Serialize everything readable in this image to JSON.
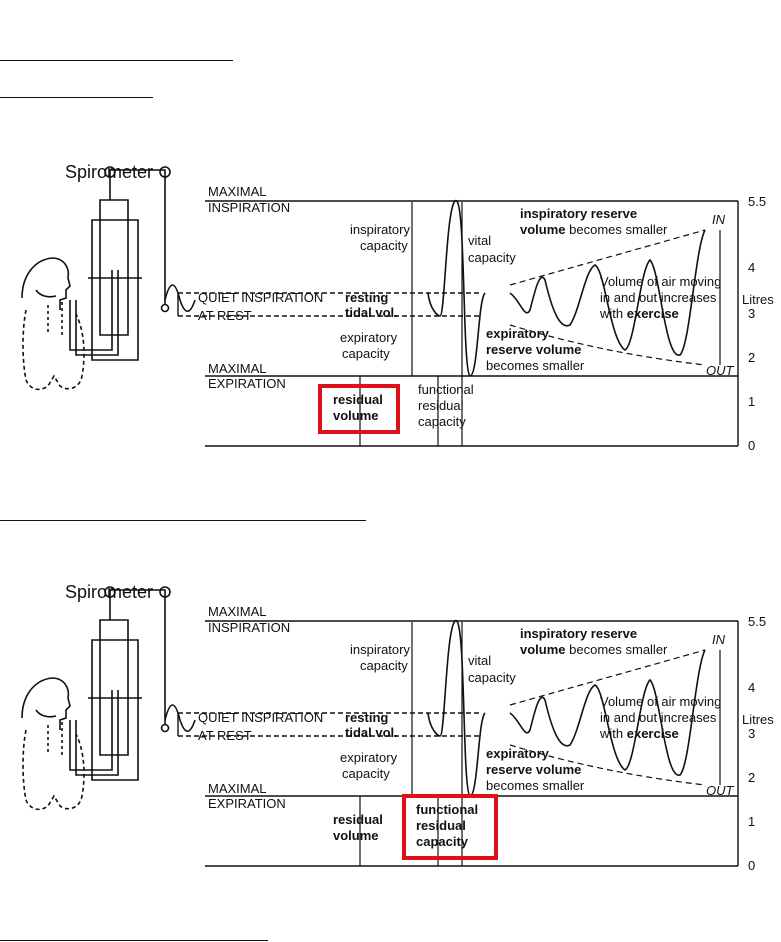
{
  "colors": {
    "highlight": "#e0101a",
    "ink": "#111111"
  },
  "diagram": {
    "spirometer": "Spirometer",
    "maximal_inspiration": [
      "MAXIMAL",
      "INSPIRATION"
    ],
    "quiet_inspiration": "QUIET INSPIRATION",
    "at_rest": "AT REST",
    "maximal_expiration": [
      "MAXIMAL",
      "EXPIRATION"
    ],
    "inspiratory_capacity": [
      "inspiratory",
      "capacity"
    ],
    "vital_capacity": [
      "vital",
      "capacity"
    ],
    "resting_tidal": [
      "resting",
      "tidal vol."
    ],
    "expiratory_capacity": [
      "expiratory",
      "capacity"
    ],
    "residual_volume": [
      "residual",
      "volume"
    ],
    "functional_residual": [
      "functional",
      "residual",
      "capacity"
    ],
    "irv": {
      "bold1": "inspiratory reserve",
      "bold2": "volume",
      "rest2": " becomes smaller"
    },
    "erv": {
      "line1": "expiratory",
      "line2": "reserve volume",
      "line3": "becomes smaller"
    },
    "exercise_note": {
      "line1": "Volume of air moving",
      "line2": "in and out increases",
      "line3a": "with ",
      "line3b": "exercise"
    },
    "in_label": "IN",
    "out_label": "OUT",
    "axis_unit": "Litres",
    "axis_ticks": [
      "5.5",
      "4",
      "3",
      "2",
      "1",
      "0"
    ]
  },
  "panels": [
    {
      "highlight": "residual-volume"
    },
    {
      "highlight": "functional-residual-capacity"
    }
  ]
}
